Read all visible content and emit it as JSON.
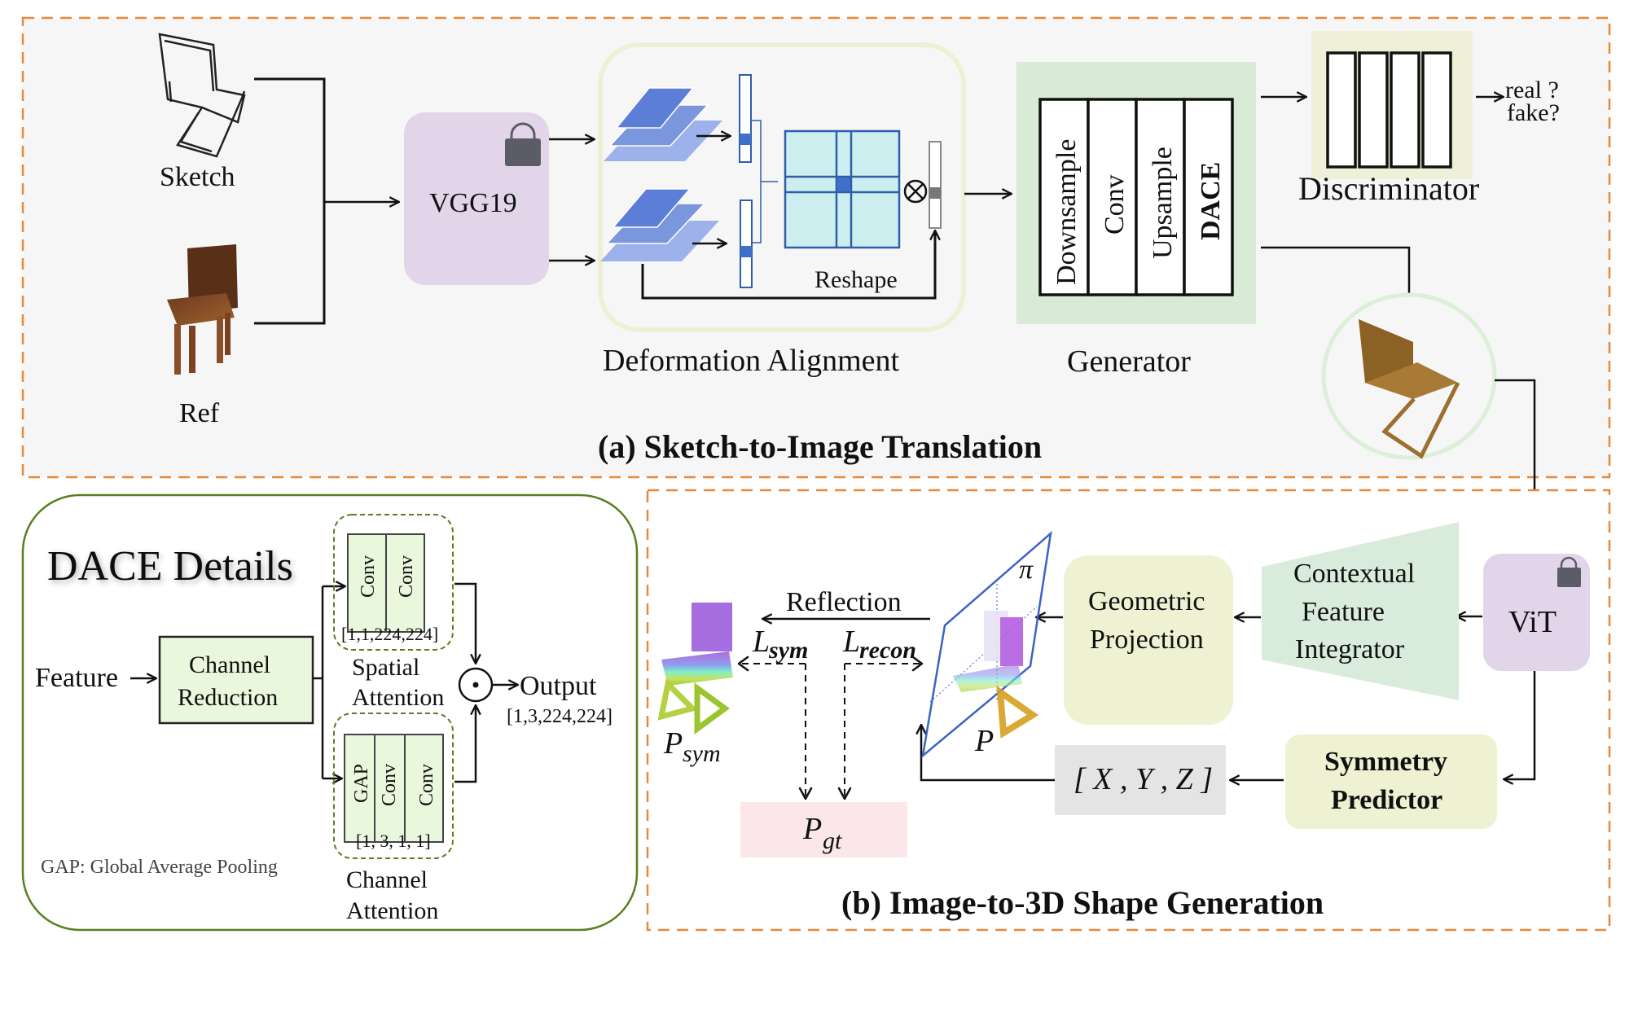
{
  "panel_a": {
    "title": "(a) Sketch-to-Image Translation",
    "inputs": {
      "sketch_label": "Sketch",
      "ref_label": "Ref"
    },
    "vgg": {
      "label": "VGG19",
      "icon": "lock-icon",
      "frozen": true
    },
    "deformation": {
      "label": "Deformation Alignment",
      "reshape_label": "Reshape",
      "operator": "⊗"
    },
    "generator": {
      "label": "Generator",
      "layers": [
        "Downsample",
        "Conv",
        "Upsample",
        "DACE"
      ]
    },
    "discriminator": {
      "label": "Discriminator",
      "output_line1": "real ?",
      "output_line2": "fake?"
    }
  },
  "panel_b": {
    "title": "(b) Image-to-3D Shape Generation",
    "vit": {
      "label": "ViT",
      "icon": "lock-icon",
      "frozen": true
    },
    "cfi": {
      "line1": "Contextual",
      "line2": "Feature",
      "line3": "Integrator"
    },
    "geo": {
      "line1": "Geometric",
      "line2": "Projection"
    },
    "sym": {
      "line1": "Symmetry",
      "line2": "Predictor"
    },
    "xyz": "[ X , Y , Z ]",
    "plane_label": "π",
    "reflection": "Reflection",
    "l_sym": {
      "main": "L",
      "sub": "sym"
    },
    "l_recon": {
      "main": "L",
      "sub": "recon"
    },
    "p_sym": {
      "main": "P",
      "sub": "sym"
    },
    "p": "P",
    "p_gt": {
      "main": "P",
      "sub": "gt"
    }
  },
  "dace": {
    "title": "DACE Details",
    "input": "Feature",
    "channel_reduction": {
      "line1": "Channel",
      "line2": "Reduction"
    },
    "spatial": {
      "layers": [
        "Conv",
        "Conv"
      ],
      "shape": "[1,1,224,224]",
      "line1": "Spatial",
      "line2": "Attention"
    },
    "channel": {
      "layers": [
        "GAP",
        "Conv",
        "Conv"
      ],
      "shape": "[1, 3, 1, 1]",
      "line1": "Channel",
      "line2": "Attention"
    },
    "operator": "⊙",
    "output": "Output",
    "output_shape": "[1,3,224,224]",
    "footnote": "GAP: Global Average Pooling"
  },
  "colors": {
    "dashed_border": "#e8883a",
    "panel_bg": "#f6f6f6",
    "vgg_purple": "#e2d5ea",
    "lock": "#5c5c66",
    "deform_border": "#eef0d6",
    "generator_green": "#d9ebd7",
    "discriminator_bg": "#eef1d8",
    "matrix_fill": "#cdeeee",
    "matrix_stroke": "#2f5eaa",
    "layer_blue": "#7a96dd",
    "geo_yellow": "#eef1d2",
    "cfi_green": "#d9ebdb",
    "xyz_gray": "#e4e4e4",
    "pgt_pink": "#fbe7e9",
    "dace_border": "#5a7f20",
    "dace_green": "#e9f8dc"
  }
}
